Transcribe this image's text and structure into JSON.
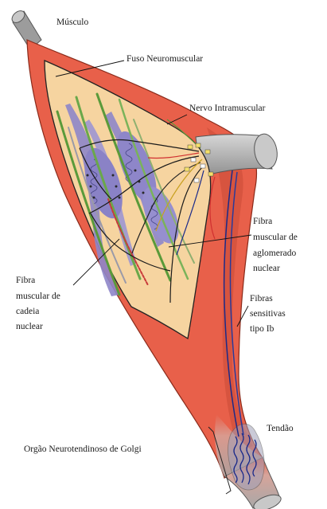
{
  "labels": {
    "musculo": "Músculo",
    "fuso": "Fuso Neuromuscular",
    "nervo": "Nervo Intramuscular",
    "aglomerado": [
      "Fibra",
      "muscular de",
      "aglomerado",
      "nuclear"
    ],
    "cadeia": [
      "Fibra",
      "muscular de",
      "cadeia",
      "nuclear"
    ],
    "sensitivas": [
      "Fibras",
      "sensitivas",
      "tipo Ib"
    ],
    "tendao": "Tendão",
    "golgi": "Orgão Neurotendinoso de Golgi"
  },
  "colors": {
    "muscle": "#e8604a",
    "muscle_dark": "#c43d2b",
    "spindle": "#f6d4a0",
    "nucleus_bag": "#8e86c9",
    "chain_green": "#5a9a3a",
    "nerve_gray": "#b9b9b9",
    "tendon_gray": "#9a9a9a",
    "fiber_blue": "#1a2a8a"
  }
}
